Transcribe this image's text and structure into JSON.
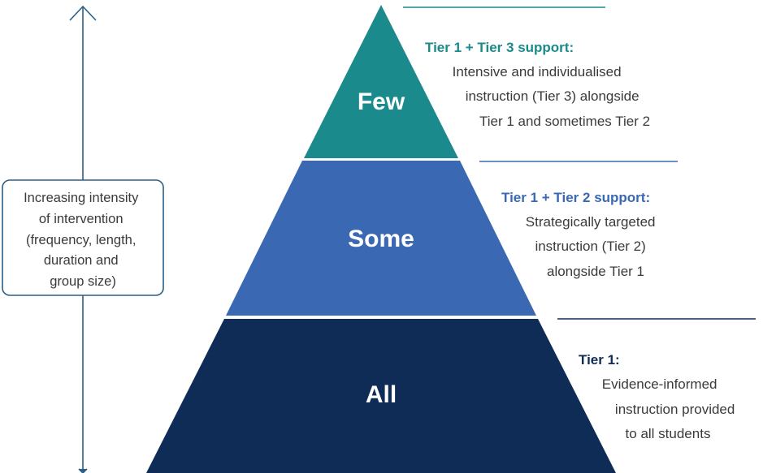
{
  "colors": {
    "few": "#1b8a8c",
    "some": "#3a68b3",
    "all": "#0f2c57",
    "axis": "#2b5f86",
    "rule_top": "#1b8a8c",
    "rule_mid": "#3a68b3",
    "rule_bottom": "#0f2c57",
    "text": "#3a3a3a"
  },
  "axis": {
    "label_lines": [
      "Increasing intensity",
      "of intervention",
      "(frequency, length,",
      "duration and",
      "group size)"
    ]
  },
  "tiers": [
    {
      "label": "Few",
      "heading": "Tier 1 + Tier 3 support:",
      "lines": [
        "Intensive and individualised",
        "instruction (Tier 3) alongside",
        "Tier 1 and sometimes Tier 2"
      ]
    },
    {
      "label": "Some",
      "heading": "Tier 1 + Tier 2 support:",
      "lines": [
        "Strategically targeted",
        "instruction (Tier 2)",
        "alongside Tier 1"
      ]
    },
    {
      "label": "All",
      "heading": "Tier 1:",
      "lines": [
        "Evidence-informed",
        "instruction provided",
        "to all students"
      ]
    }
  ]
}
